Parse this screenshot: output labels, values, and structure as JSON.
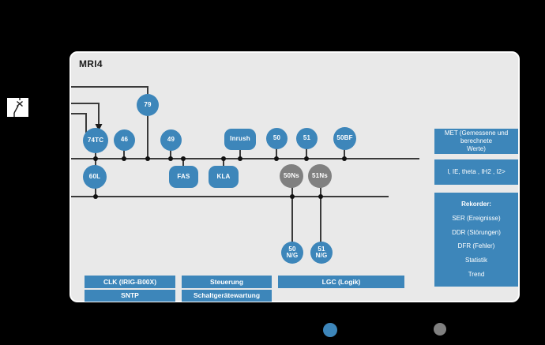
{
  "title": "MRI4",
  "colors": {
    "accent_blue": "#3d86ba",
    "node_gray": "#808080",
    "panel_bg": "#e9e9e9",
    "wire": "#3a3a3a",
    "background": "#000000"
  },
  "panel": {
    "label": "MRI4",
    "nodes": [
      {
        "id": "74tc",
        "label": "74TC"
      },
      {
        "id": "46",
        "label": "46"
      },
      {
        "id": "79",
        "label": "79"
      },
      {
        "id": "49",
        "label": "49"
      },
      {
        "id": "inrush",
        "label": "Inrush"
      },
      {
        "id": "50",
        "label": "50"
      },
      {
        "id": "51",
        "label": "51"
      },
      {
        "id": "50bf",
        "label": "50BF"
      },
      {
        "id": "60l",
        "label": "60L"
      },
      {
        "id": "fas",
        "label": "FAS"
      },
      {
        "id": "kla",
        "label": "KLA"
      },
      {
        "id": "50ns",
        "label": "50Ns"
      },
      {
        "id": "51ns",
        "label": "51Ns"
      },
      {
        "id": "50ng",
        "label": "50\nN/G"
      },
      {
        "id": "51ng",
        "label": "51\nN/G"
      }
    ],
    "right_boxes": {
      "met": "MET (Gemessene und\nberechnete\nWerte)",
      "quantities": "I, IE, theta , IH2 , I2>",
      "recorder_title": "Rekorder:",
      "recorder_items": [
        "SER (Ereignisse)",
        "DDR (Störungen)",
        "DFR (Fehler)",
        "Statistik",
        "Trend"
      ]
    },
    "bottom_bars": [
      {
        "id": "clk",
        "label": "CLK (IRIG-B00X)"
      },
      {
        "id": "sntp",
        "label": "SNTP"
      },
      {
        "id": "steuerung",
        "label": "Steuerung"
      },
      {
        "id": "wartung",
        "label": "Schaltgerätewartung"
      },
      {
        "id": "lgc",
        "label": "LGC (Logik)"
      }
    ]
  },
  "legend": {
    "dot1_color": "#3d86ba",
    "dot2_color": "#808080"
  }
}
